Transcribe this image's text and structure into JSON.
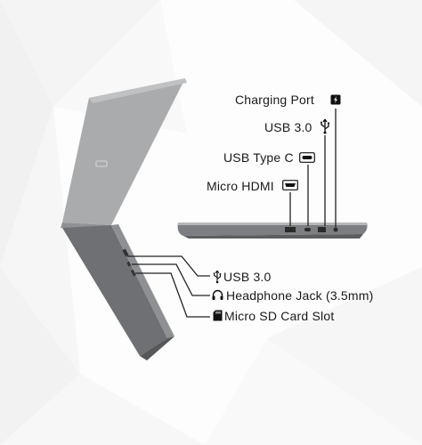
{
  "top_labels": {
    "charging_port": "Charging Port",
    "usb3": "USB 3.0",
    "usb_type_c": "USB Type C",
    "micro_hdmi": "Micro HDMI"
  },
  "bottom_labels": {
    "usb3": "USB 3.0",
    "headphone": "Headphone Jack (3.5mm)",
    "sd_slot": "Micro SD Card Slot"
  },
  "icons": {
    "charging": "battery-charging-icon",
    "usb": "usb-trident-icon",
    "type_c": "usb-type-c-icon",
    "hdmi": "micro-hdmi-icon",
    "headphone": "headphones-icon",
    "sd": "sd-card-icon"
  },
  "colors": {
    "laptop_lid": "#a9abad",
    "laptop_base": "#6e7073",
    "line": "#222222"
  }
}
